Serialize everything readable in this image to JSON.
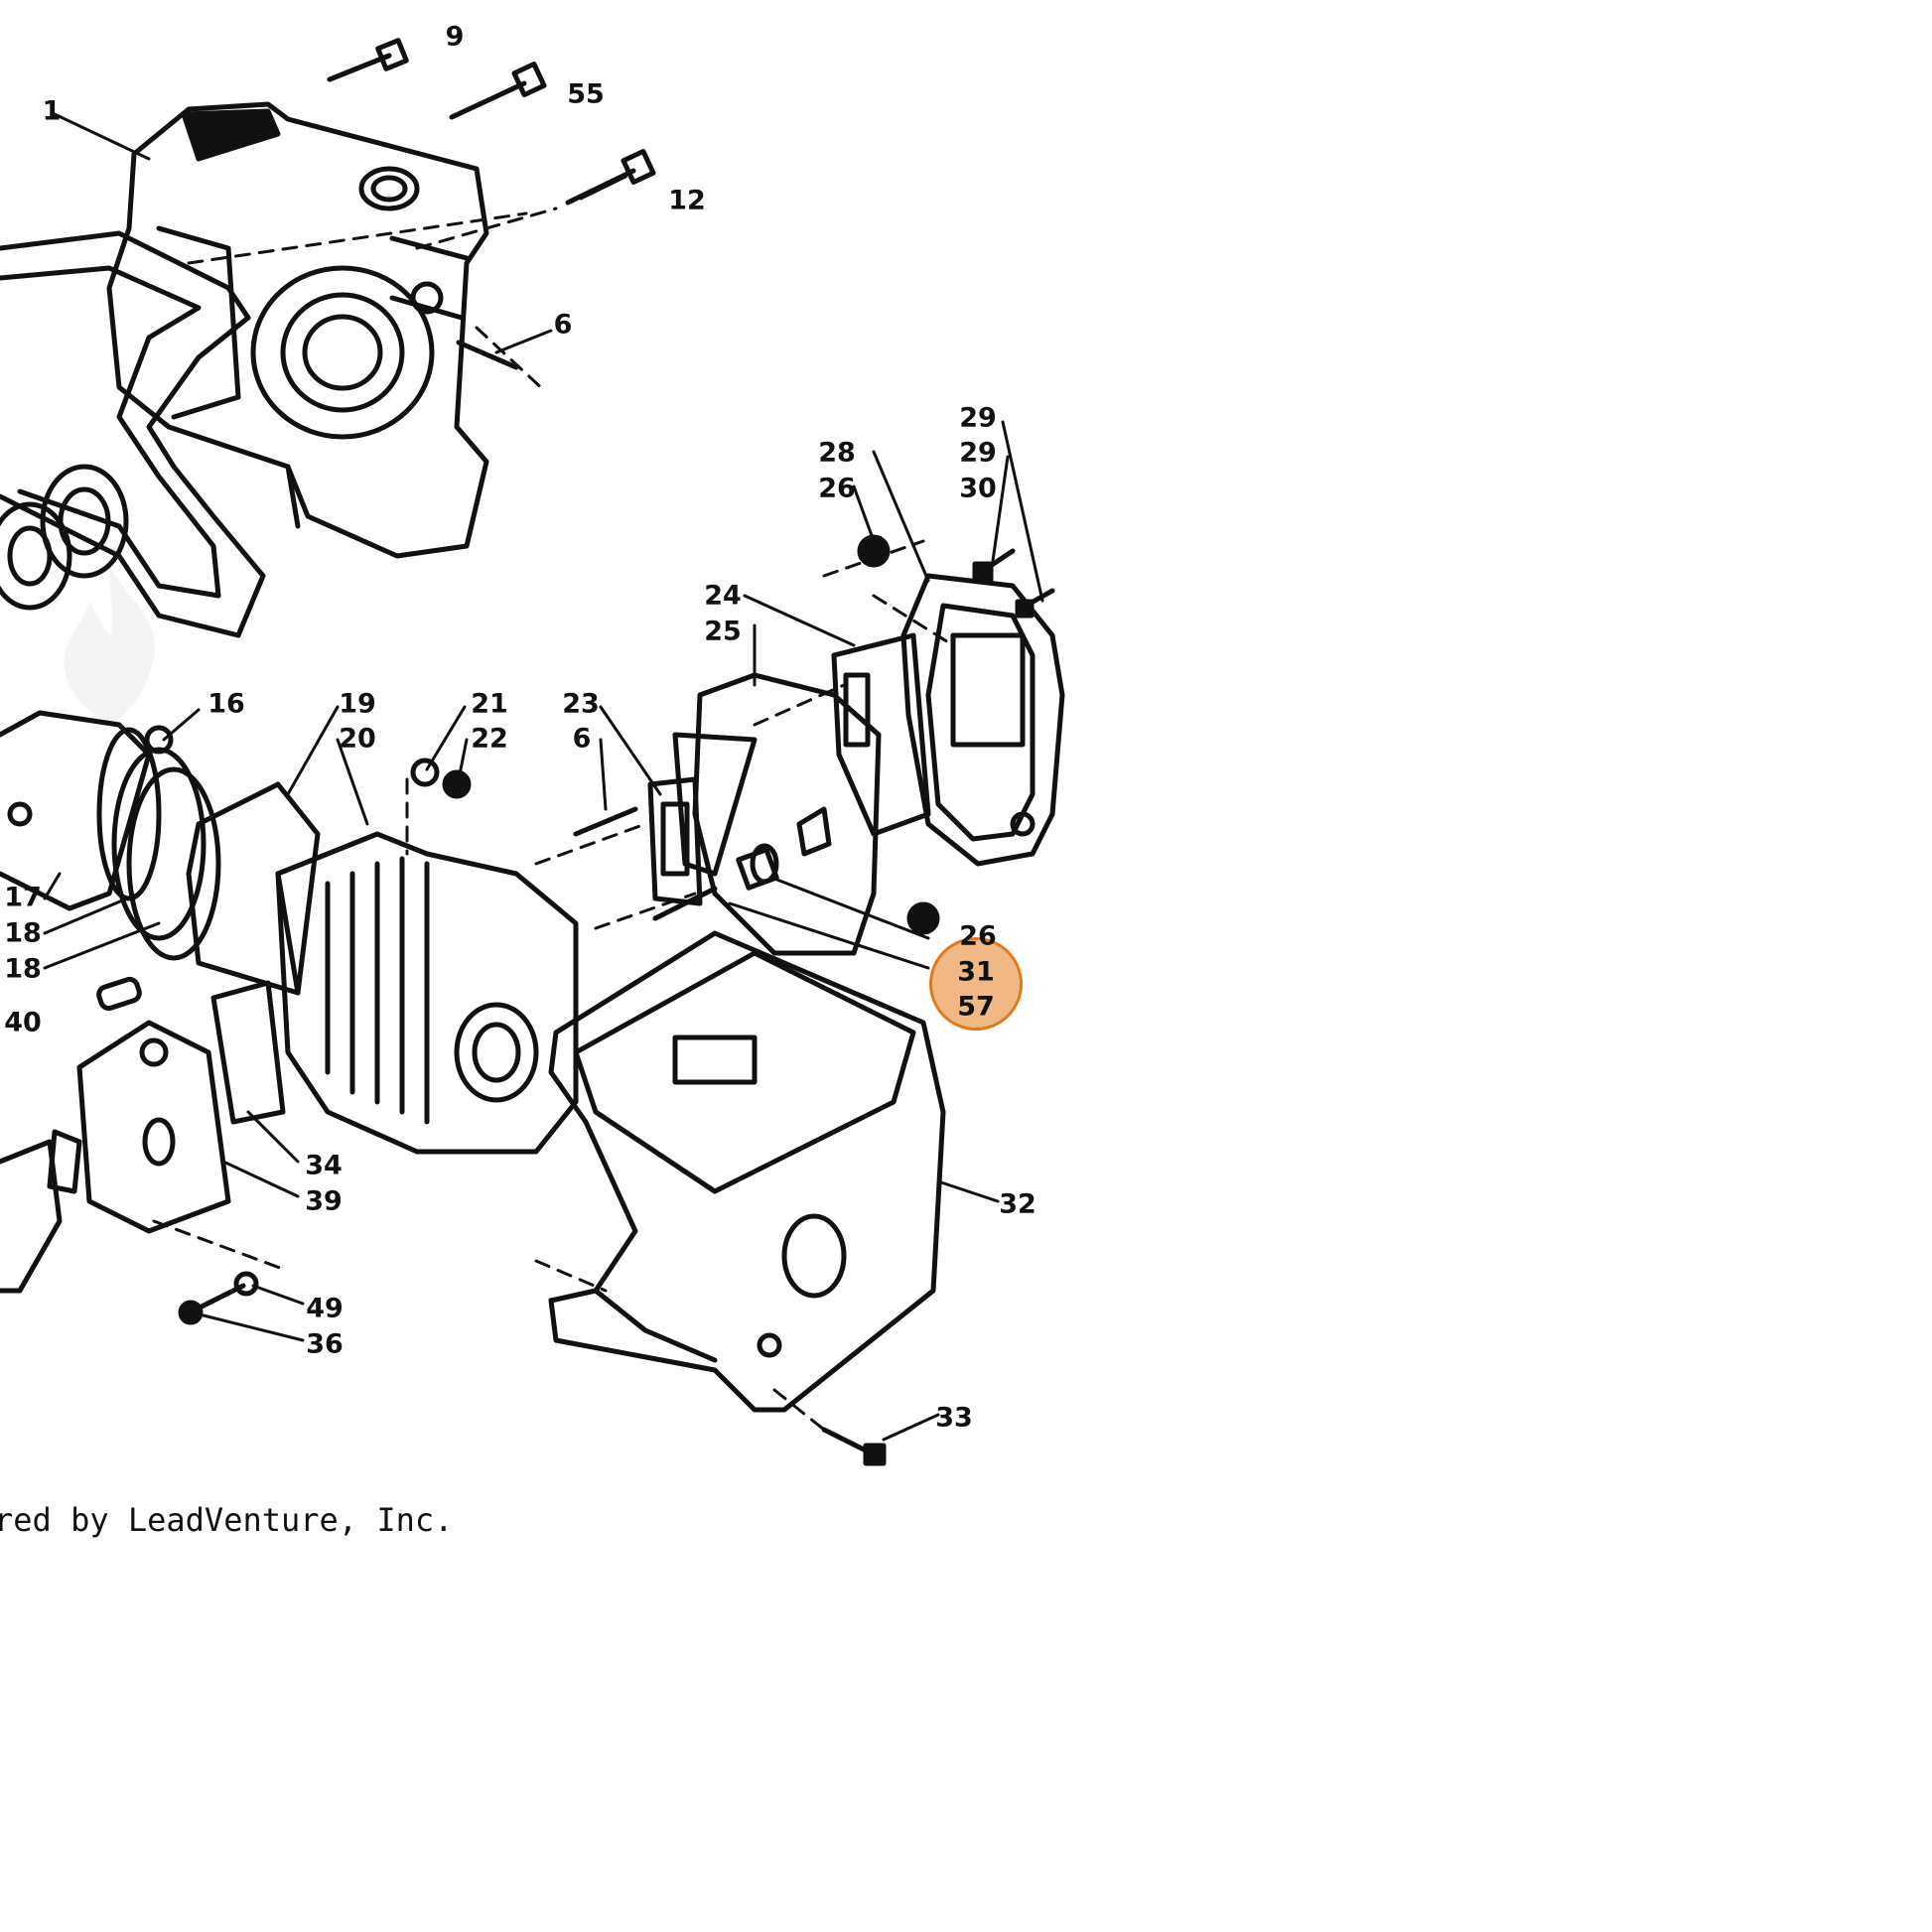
{
  "diagram": {
    "callouts": [
      {
        "id": "c-9",
        "label": "9"
      },
      {
        "id": "c-55",
        "label": "55"
      },
      {
        "id": "c-1",
        "label": "1"
      },
      {
        "id": "c-12",
        "label": "12"
      },
      {
        "id": "c-6a",
        "label": "6"
      },
      {
        "id": "c-29a",
        "label": "29"
      },
      {
        "id": "c-28",
        "label": "28"
      },
      {
        "id": "c-29b",
        "label": "29"
      },
      {
        "id": "c-26a",
        "label": "26"
      },
      {
        "id": "c-30",
        "label": "30"
      },
      {
        "id": "c-24",
        "label": "24"
      },
      {
        "id": "c-25",
        "label": "25"
      },
      {
        "id": "c-16",
        "label": "16"
      },
      {
        "id": "c-19",
        "label": "19"
      },
      {
        "id": "c-21",
        "label": "21"
      },
      {
        "id": "c-20",
        "label": "20"
      },
      {
        "id": "c-22",
        "label": "22"
      },
      {
        "id": "c-23",
        "label": "23"
      },
      {
        "id": "c-6b",
        "label": "6"
      },
      {
        "id": "c-17",
        "label": "17"
      },
      {
        "id": "c-18a",
        "label": "18"
      },
      {
        "id": "c-18b",
        "label": "18"
      },
      {
        "id": "c-26b",
        "label": "26"
      },
      {
        "id": "c-31",
        "label": "31"
      },
      {
        "id": "c-57",
        "label": "57"
      },
      {
        "id": "c-40",
        "label": "40"
      },
      {
        "id": "c-34",
        "label": "34"
      },
      {
        "id": "c-39",
        "label": "39"
      },
      {
        "id": "c-32",
        "label": "32"
      },
      {
        "id": "c-49",
        "label": "49"
      },
      {
        "id": "c-36",
        "label": "36"
      },
      {
        "id": "c-33",
        "label": "33"
      }
    ],
    "highlight_color": "#e07a1f",
    "line_color": "#111111"
  },
  "footer": {
    "text": "red by LeadVenture, Inc."
  },
  "icons": {
    "watermark": "flame-logo-icon"
  }
}
